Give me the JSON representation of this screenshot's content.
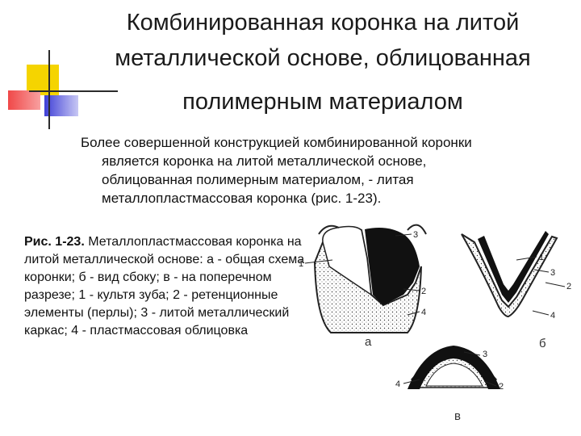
{
  "slide": {
    "title_line1": "Комбинированная коронка на литой",
    "title_line2": "металлической основе, облицованная",
    "title_line3": "полимерным материалом",
    "paragraph_line1": "Более совершенной конструкцией комбинированной коронки",
    "paragraph_line2": "является коронка на литой металлической основе,",
    "paragraph_line3": "облицованная полимерным материалом, - литая",
    "paragraph_line4": "металлопластмассовая коронка (рис. 1-23).",
    "caption_label": "Рис. 1-23.",
    "caption_text": " Металлопластмассовая коронка на литой металлической основе: а - общая схема коронки; б - вид сбоку; в - на поперечном разрезе; 1 - культя зуба; 2 - ретенционные элементы (перлы); 3 - литой металлический каркас; 4 - пластмассовая облицовка"
  },
  "figure": {
    "a": {
      "label": "а",
      "n1": "1",
      "n2": "2",
      "n3": "3",
      "n4": "4"
    },
    "b": {
      "label": "б",
      "n1": "1",
      "n2": "2",
      "n3": "3",
      "n4": "4"
    },
    "v": {
      "label": "в",
      "n2": "2",
      "n3": "3",
      "n4": "4"
    }
  },
  "colors": {
    "yellow": "#f5d400",
    "red": "#f04848",
    "blue": "#3f3fd6"
  }
}
